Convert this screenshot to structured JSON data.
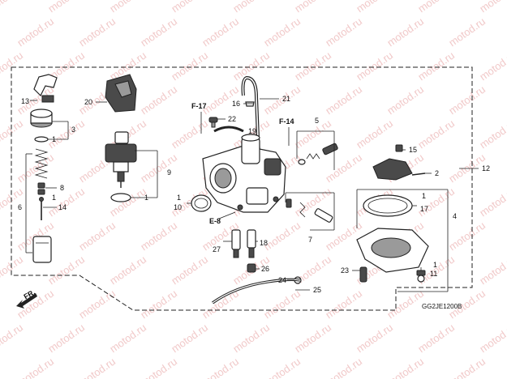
{
  "watermark": "motod.ru",
  "diagram_code": "GG2JE1200B",
  "direction_label": "FR.",
  "section_refs": [
    "F-17",
    "F-14",
    "E-8"
  ],
  "part_numbers": [
    "1",
    "2",
    "3",
    "4",
    "5",
    "6",
    "7",
    "8",
    "9",
    "10",
    "11",
    "12",
    "13",
    "14",
    "15",
    "16",
    "17",
    "18",
    "19",
    "20",
    "21",
    "22",
    "23",
    "24",
    "25",
    "26",
    "27"
  ],
  "colors": {
    "watermark": "#f1c9c9",
    "ink": "#222222"
  }
}
